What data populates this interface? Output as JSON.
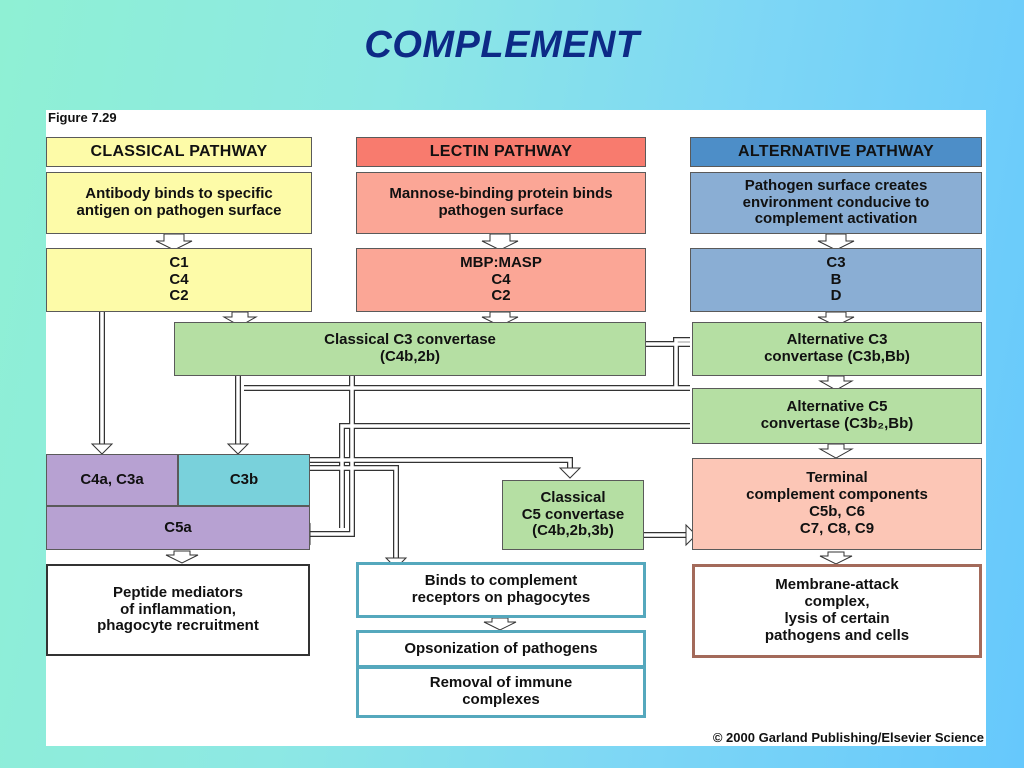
{
  "title": "COMPLEMENT",
  "figure_label": "Figure 7.29",
  "copyright": "© 2000 Garland Publishing/Elsevier Science",
  "boxes": {
    "classical_header": "CLASSICAL  PATHWAY",
    "lectin_header": "LECTIN  PATHWAY",
    "alternative_header": "ALTERNATIVE  PATHWAY",
    "classical_trigger": "Antibody binds to specific\nantigen on pathogen surface",
    "lectin_trigger": "Mannose-binding protein binds\npathogen surface",
    "alternative_trigger": "Pathogen surface creates\nenvironment conducive to\ncomplement activation",
    "classical_components": "C1\nC4\nC2",
    "lectin_components": "MBP:MASP\nC4\nC2",
    "alternative_components": "C3\nB\nD",
    "classical_c3_convertase": "Classical C3 convertase\n(C4b,2b)",
    "alternative_c3_convertase": "Alternative C3\nconvertase (C3b,Bb)",
    "alternative_c5_convertase": "Alternative C5\nconvertase (C3b₂,Bb)",
    "c4a_c3a": "C4a, C3a",
    "c3b": "C3b",
    "c5a": "C5a",
    "classical_c5_convertase": "Classical\nC5 convertase\n(C4b,2b,3b)",
    "terminal_components": "Terminal\ncomplement components\nC5b, C6\nC7, C8, C9",
    "peptide_mediators": "Peptide mediators\nof inflammation,\nphagocyte recruitment",
    "binds_receptors": "Binds to complement\nreceptors on phagocytes",
    "opsonization": "Opsonization of pathogens",
    "removal_immune": "Removal of immune\ncomplexes",
    "membrane_attack": "Membrane-attack\ncomplex,\nlysis of certain\npathogens and cells"
  },
  "colors": {
    "background_left": "#8ff0d4",
    "background_right": "#66c8fc",
    "title": "#0d2a86",
    "classical": "#fdfba8",
    "lectin": "#f87b6e",
    "alternative": "#4d8ec8",
    "convertase": "#b5dfa3",
    "anaphylatoxin": "#b7a1d2",
    "c3b": "#79d1db"
  }
}
